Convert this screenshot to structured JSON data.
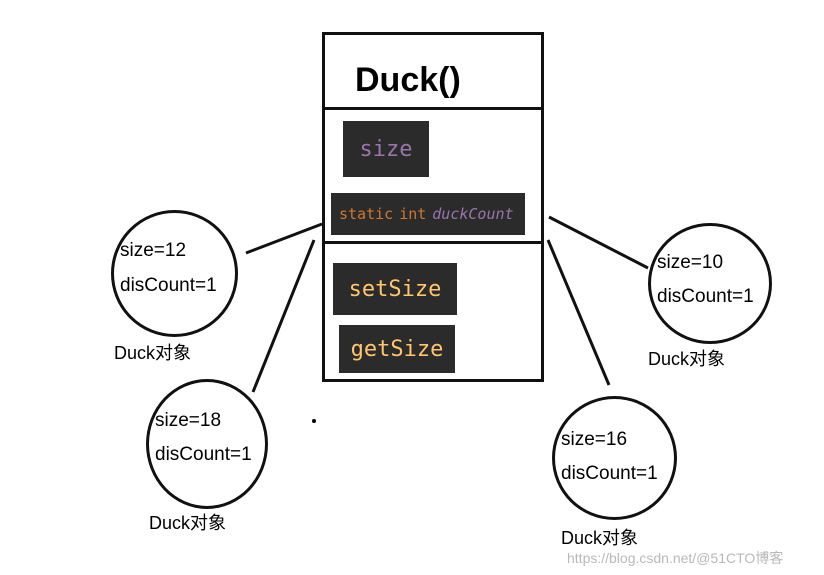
{
  "class": {
    "title": "Duck()",
    "fields": [
      {
        "name": "size"
      },
      {
        "kw1": "static",
        "kw2": "int",
        "var": "duckCount"
      }
    ],
    "methods": [
      {
        "name": "setSize"
      },
      {
        "name": "getSize"
      }
    ]
  },
  "objects": [
    {
      "size": "size=12",
      "count": "disCount=1",
      "caption": "Duck对象"
    },
    {
      "size": "size=18",
      "count": "disCount=1",
      "caption": "Duck对象"
    },
    {
      "size": "size=10",
      "count": "disCount=1",
      "caption": "Duck对象"
    },
    {
      "size": "size=16",
      "count": "disCount=1",
      "caption": "Duck对象"
    }
  ],
  "watermark": "https://blog.csdn.net/@51CTO博客",
  "colors": {
    "chip_bg": "#2b2b2b",
    "field_purple": "#9876aa",
    "keyword_orange": "#cc7832",
    "method_yellow": "#ffc66d"
  }
}
